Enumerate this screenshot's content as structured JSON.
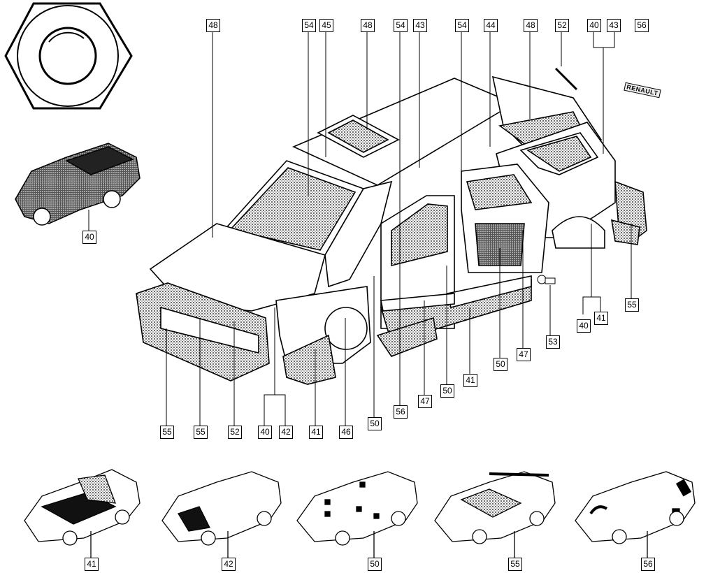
{
  "callouts": {
    "c48a": "48",
    "c54a": "54",
    "c45": "45",
    "c48b": "48",
    "c54b": "54",
    "c43a": "43",
    "c54c": "54",
    "c44": "44",
    "c48c": "48",
    "c52a": "52",
    "c40a": "40",
    "c43b": "43",
    "c56a": "56",
    "c40b": "40",
    "c55a": "55",
    "c40c": "40",
    "c41a": "41",
    "c53": "53",
    "c47a": "47",
    "c50a": "50",
    "c41b": "41",
    "c50b": "50",
    "c47b": "47",
    "c56b": "56",
    "c50c": "50",
    "c55b": "55",
    "c55c": "55",
    "c52b": "52",
    "c40d": "40",
    "c42a": "42",
    "c41c": "41",
    "c46": "46",
    "t41": "41",
    "t42": "42",
    "t50": "50",
    "t55": "55",
    "t56": "56"
  },
  "badge_text": "RENAULT"
}
